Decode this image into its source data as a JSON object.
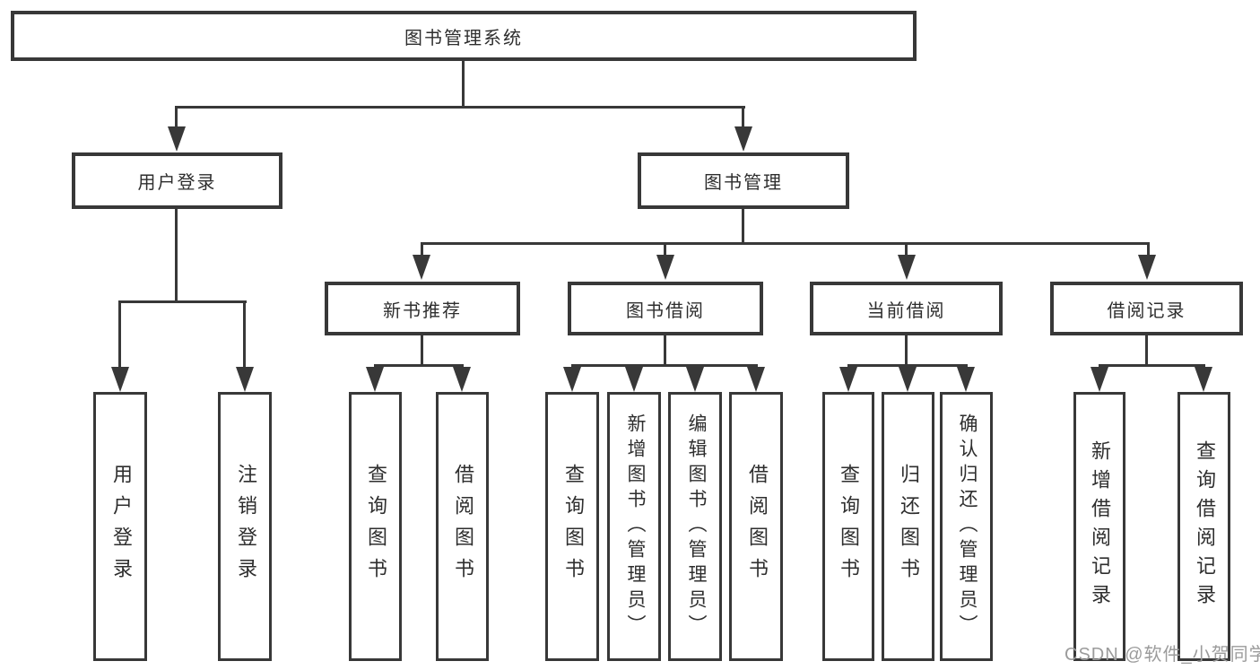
{
  "title": {
    "label": "图书管理系统"
  },
  "branches": [
    {
      "label": "用户登录",
      "children": [
        "用户登录",
        "注销登录"
      ]
    },
    {
      "label": "图书管理",
      "sections": [
        {
          "label": "新书推荐",
          "children": [
            "查询图书",
            "借阅图书"
          ]
        },
        {
          "label": "图书借阅",
          "children": [
            "查询图书",
            "新增图书（管理员）",
            "编辑图书（管理员）",
            "借阅图书"
          ]
        },
        {
          "label": "当前借阅",
          "children": [
            "查询图书",
            "归还图书",
            "确认归还（管理员）"
          ]
        },
        {
          "label": "借阅记录",
          "children": [
            "新增借阅记录",
            "查询借阅记录"
          ]
        }
      ]
    }
  ],
  "watermark": "CSDN @软件_小贺同学",
  "colors": {
    "line": "#383838",
    "text": "#2e2e2e",
    "watermark": "#9b9b9b",
    "background": "#ffffff"
  }
}
